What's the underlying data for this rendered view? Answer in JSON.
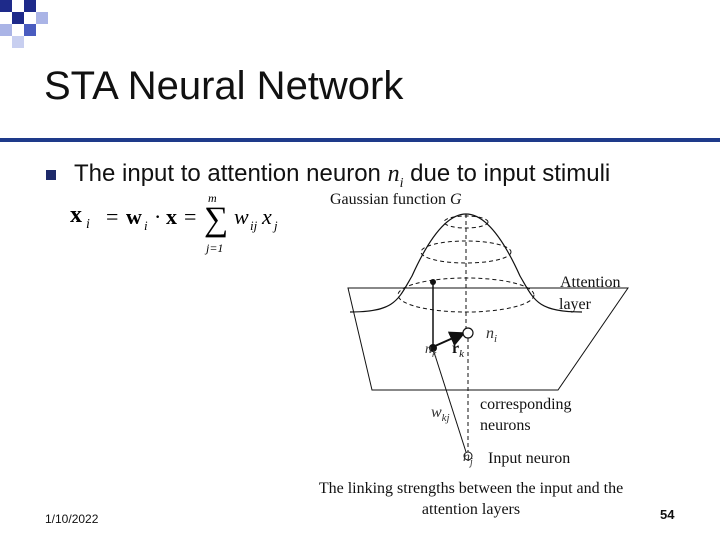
{
  "slide": {
    "title": "STA Neural Network",
    "bullet": {
      "text_before": "The input to attention neuron ",
      "neuron_symbol": "n",
      "neuron_sub": "i",
      "text_after": " due to input stimuli"
    },
    "equation": {
      "lhs": "x",
      "lhs_sub": "i",
      "equals1": "=",
      "w": "w",
      "w_sub": "i",
      "dot": "·",
      "x_bold": "x",
      "equals2": "=",
      "sum": "∑",
      "sum_top": "m",
      "sum_bottom": "j=1",
      "term": "w",
      "term_sub": "ij",
      "term_x": "x",
      "term_x_sub": "j"
    },
    "date": "1/10/2022",
    "page_number": "54"
  },
  "diagram": {
    "gaussian_label": "Gaussian function ",
    "gaussian_symbol": "G",
    "attention_layer_label_line1": "Attention",
    "attention_layer_label_line2": "layer",
    "node_ni": "n",
    "node_ni_sub": "i",
    "node_nk": "n",
    "node_nk_sub": "k",
    "vector_rk": "r",
    "vector_rk_sub": "k",
    "weight": "w",
    "weight_sub": "kj",
    "corresponding_line1": "corresponding",
    "corresponding_line2": "neurons",
    "input_node": "n",
    "input_node_sub": "j",
    "input_neuron_label": "Input neuron",
    "caption_line1": "The linking strengths between the input and the",
    "caption_line2": "attention layers"
  }
}
